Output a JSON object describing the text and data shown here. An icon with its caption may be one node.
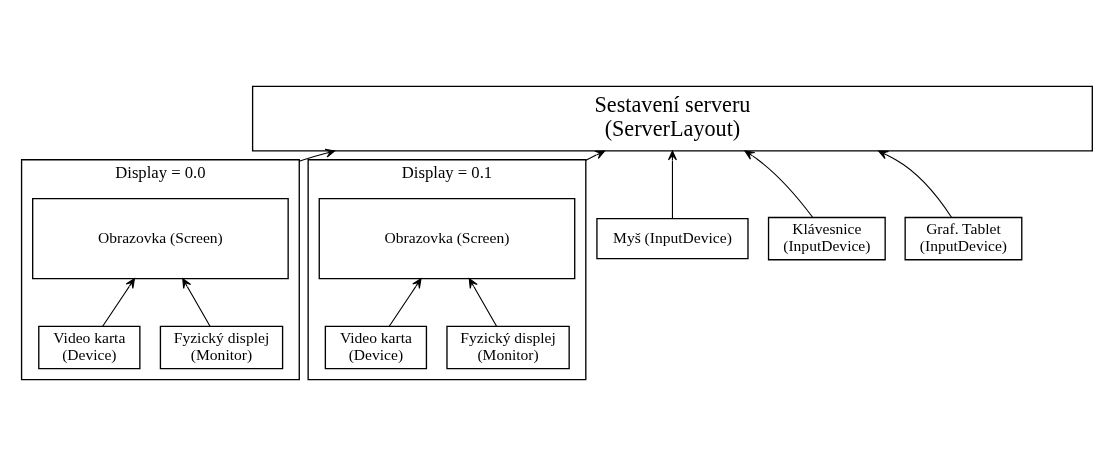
{
  "diagram": {
    "nodes": [
      {
        "text": [
          "Sestavení serveru (ServerLayout)"
        ]
      },
      {
        "text": [
          "Display = 0.0"
        ]
      },
      {
        "text": [
          "Obrazovka (Screen)"
        ],
        "in": 1
      },
      {
        "text": [
          "Fyzický displej (Monitor)"
        ],
        "in": 1
      },
      {
        "text": [
          "Video karta (Device)"
        ],
        "in": 1
      },
      {
        "text": [
          "Display = 0.1"
        ]
      },
      {
        "text": [
          "Obrazovka (Screen)"
        ],
        "in": 5
      },
      {
        "text": [
          "Fyzický displej (Monitor)"
        ],
        "in": 5
      },
      {
        "text": [
          "Video karta (Device)"
        ],
        "in": 5
      },
      {
        "text": [
          "Myš (InputDevice)"
        ]
      },
      {
        "text": [
          "Klávesnice (InputDevice)"
        ]
      },
      {
        "text": [
          "Graf. Tablet (InputDevice)"
        ]
      }
    ],
    "edges": [
      {
        "from": 1,
        "to": 0,
        "arrow": "to"
      },
      {
        "from": 3,
        "to": 2,
        "arrow": "to"
      },
      {
        "from": 4,
        "to": 2,
        "arrow": "to"
      },
      {
        "from": 5,
        "to": 0,
        "arrow": "to"
      },
      {
        "from": 7,
        "to": 6,
        "arrow": "to"
      },
      {
        "from": 8,
        "to": 6,
        "arrow": "to"
      },
      {
        "from": 9,
        "to": 0,
        "arrow": "to"
      },
      {
        "from": 10,
        "to": 0,
        "arrow": "to"
      },
      {
        "from": 11,
        "to": 0,
        "arrow": "to"
      }
    ]
  }
}
